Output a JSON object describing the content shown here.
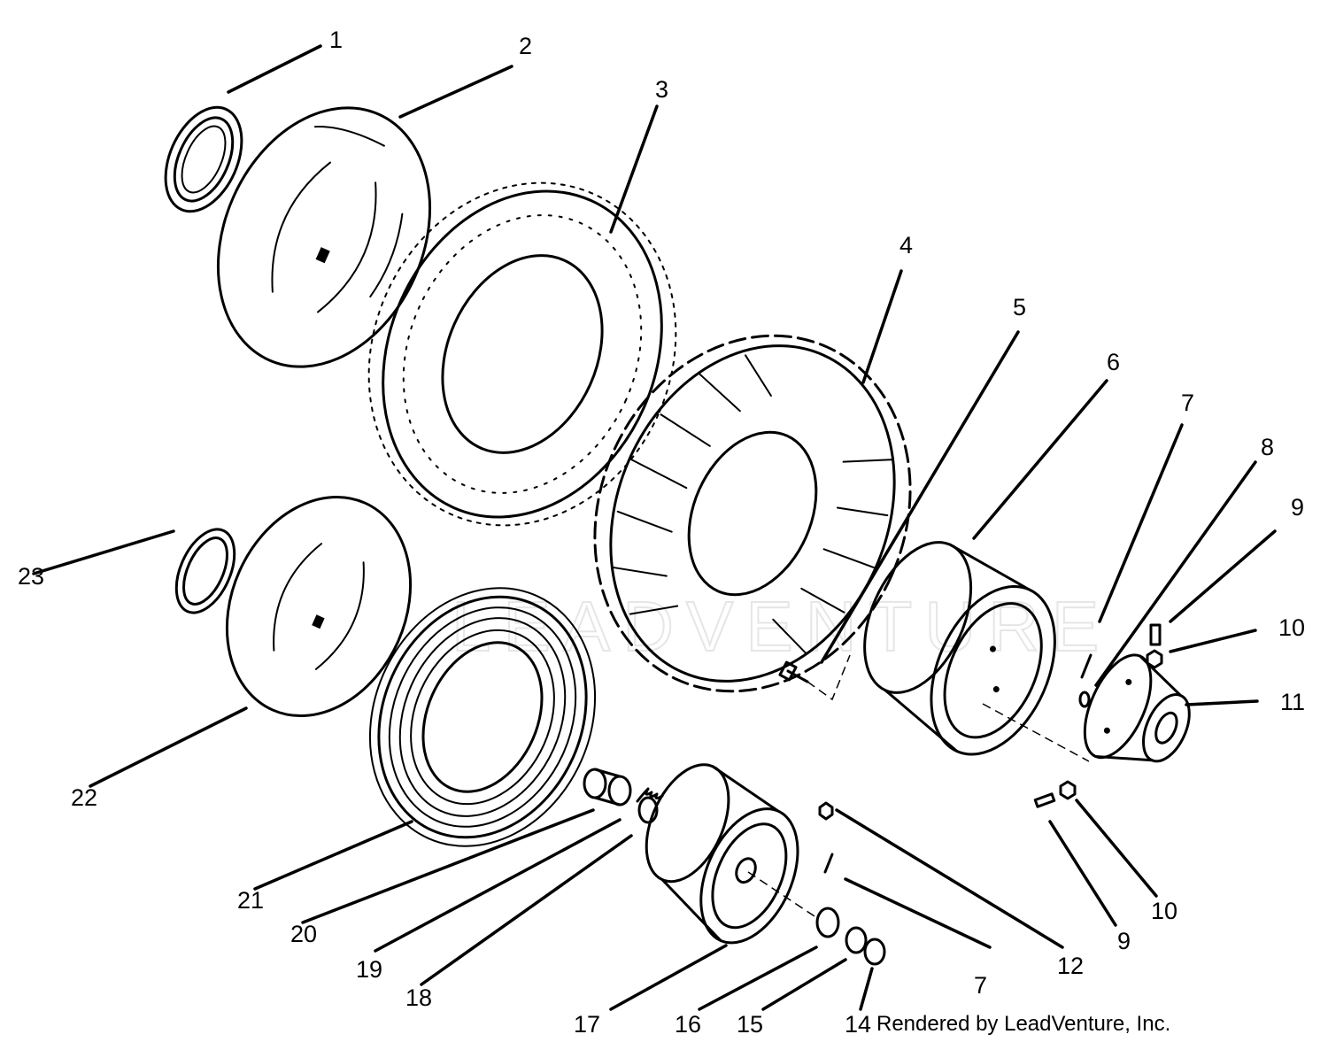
{
  "callouts": {
    "c1": "1",
    "c2": "2",
    "c3": "3",
    "c4": "4",
    "c5": "5",
    "c6": "6",
    "c7a": "7",
    "c7b": "7",
    "c8": "8",
    "c9a": "9",
    "c9b": "9",
    "c10a": "10",
    "c10b": "10",
    "c11": "11",
    "c12": "12",
    "c14": "14",
    "c15": "15",
    "c16": "16",
    "c17": "17",
    "c18": "18",
    "c19": "19",
    "c20": "20",
    "c21": "21",
    "c22": "22",
    "c23": "23"
  },
  "watermark": "LEADVENTURE",
  "credit": "Rendered by LeadVenture, Inc."
}
